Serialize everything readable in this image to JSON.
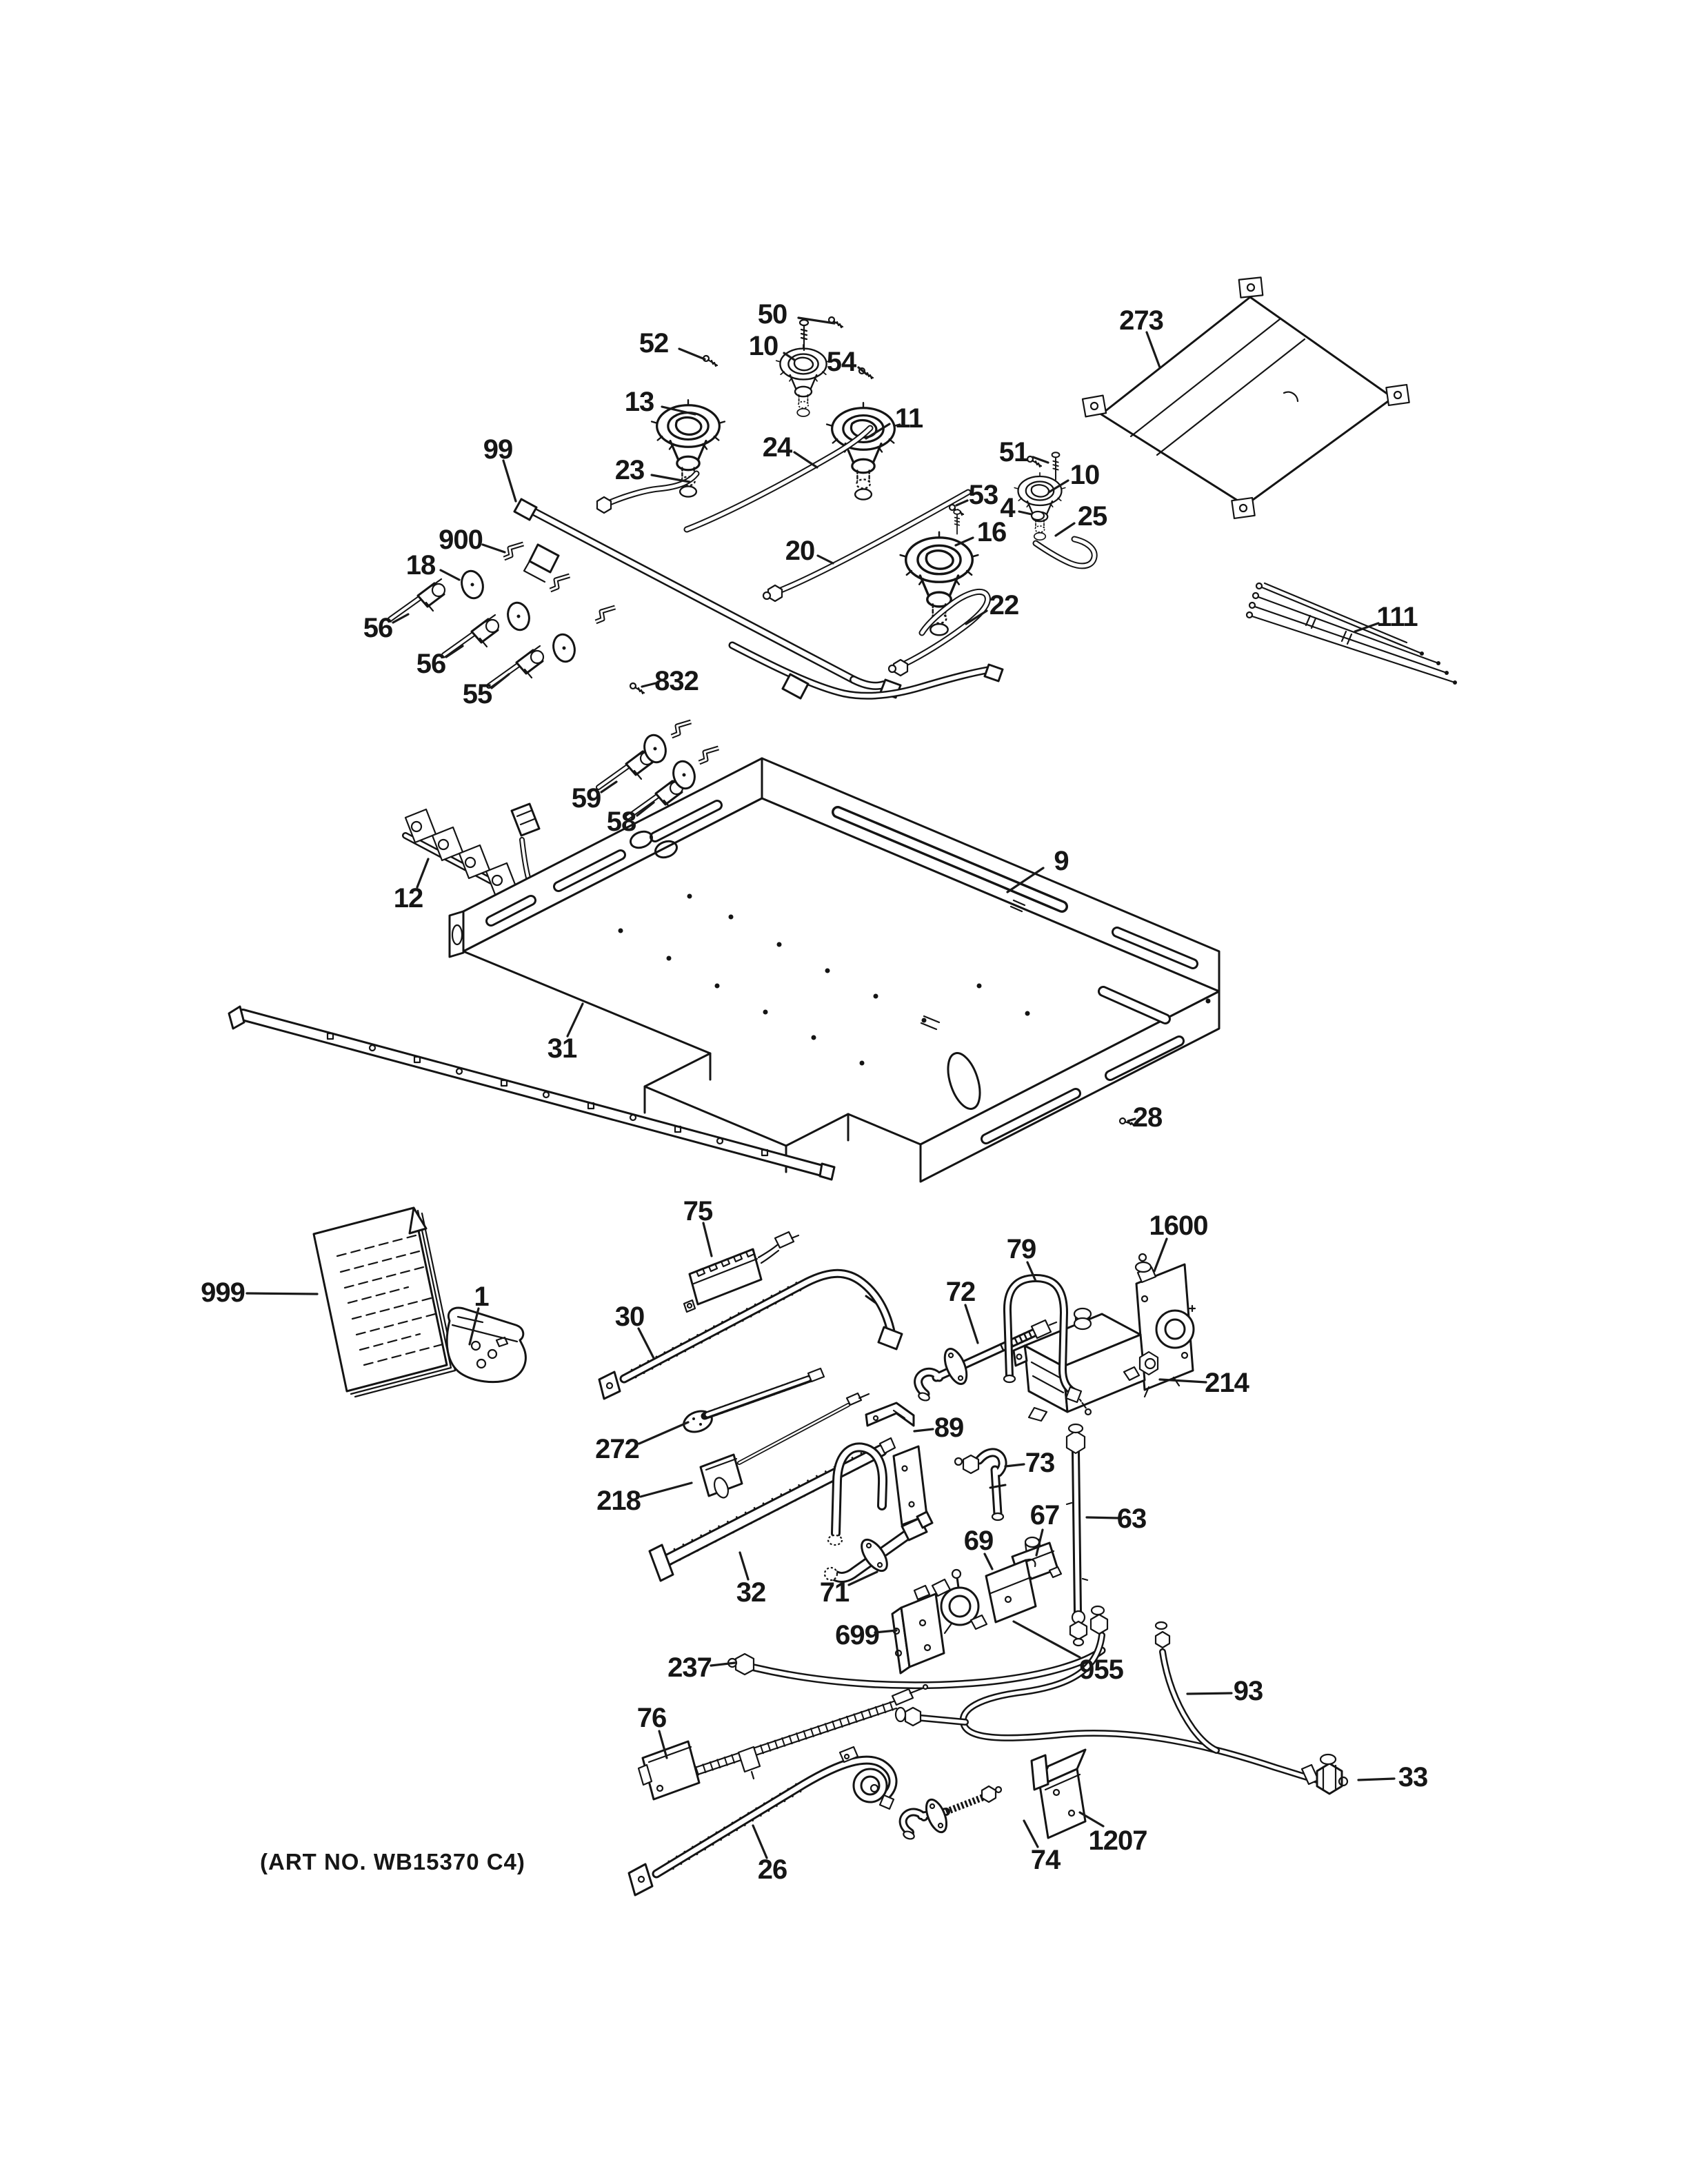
{
  "page": {
    "background": "#ffffff",
    "ink": "#141414"
  },
  "art_note": "(ART NO. WB15370 C4)",
  "labels": {
    "n50": "50",
    "n52": "52",
    "n10a": "10",
    "n54": "54",
    "n13": "13",
    "n11": "11",
    "n24": "24",
    "n23": "23",
    "n99": "99",
    "n51": "51",
    "n10b": "10",
    "n53": "53",
    "n4": "4",
    "n25": "25",
    "n16": "16",
    "n900": "900",
    "n18": "18",
    "n20": "20",
    "n22": "22",
    "n56a": "56",
    "n56b": "56",
    "n55": "55",
    "n832": "832",
    "n273": "273",
    "n111": "111",
    "n59": "59",
    "n58": "58",
    "n12": "12",
    "n9": "9",
    "n31": "31",
    "n28": "28",
    "n999": "999",
    "n1": "1",
    "n75": "75",
    "n30": "30",
    "n272": "272",
    "n218": "218",
    "n32": "32",
    "n71": "71",
    "n699": "699",
    "n955": "955",
    "n67": "67",
    "n69": "69",
    "n63": "63",
    "n73": "73",
    "n89": "89",
    "n1600": "1600",
    "n214": "214",
    "n72": "72",
    "n79": "79",
    "n237": "237",
    "n76": "76",
    "n26": "26",
    "n74": "74",
    "n1207": "1207",
    "n93": "93",
    "n33": "33"
  },
  "parts_list": [
    "1",
    "4",
    "9",
    "10",
    "11",
    "12",
    "13",
    "16",
    "18",
    "20",
    "22",
    "23",
    "24",
    "25",
    "26",
    "28",
    "30",
    "31",
    "32",
    "33",
    "50",
    "51",
    "52",
    "53",
    "54",
    "55",
    "56",
    "58",
    "59",
    "63",
    "67",
    "69",
    "71",
    "72",
    "73",
    "74",
    "75",
    "76",
    "79",
    "89",
    "93",
    "99",
    "111",
    "214",
    "218",
    "237",
    "272",
    "273",
    "832",
    "900",
    "955",
    "999",
    "1207",
    "1600"
  ]
}
